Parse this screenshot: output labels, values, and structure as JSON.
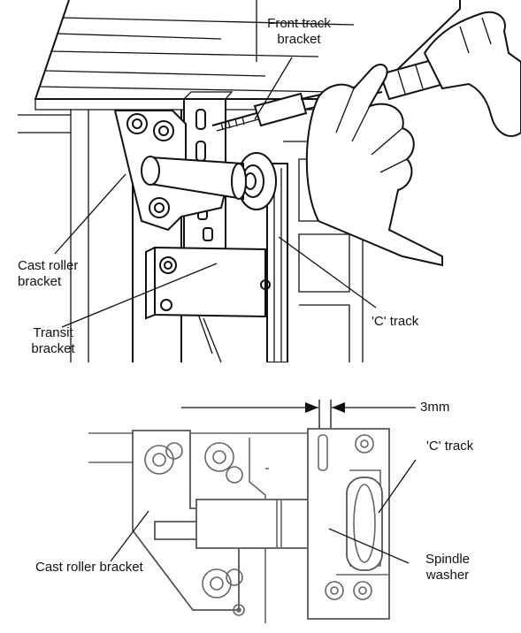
{
  "top_view": {
    "labels": {
      "front_track_bracket": [
        "Front track",
        "bracket"
      ],
      "cast_roller_bracket": [
        "Cast roller",
        "bracket"
      ],
      "transit_bracket": [
        "Transit",
        "bracket"
      ],
      "c_track": "'C' track"
    }
  },
  "detail_view": {
    "labels": {
      "gap": "3mm",
      "c_track": "'C' track",
      "cast_roller_bracket": "Cast roller bracket",
      "spindle_washer": [
        "Spindle",
        "washer"
      ]
    }
  }
}
